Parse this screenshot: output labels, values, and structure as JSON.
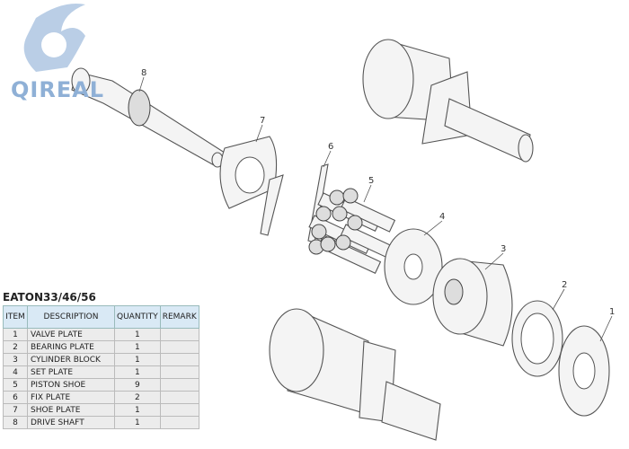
{
  "logo": {
    "text": "QIREAL"
  },
  "table": {
    "title": "EATON33/46/56",
    "headers": [
      "ITEM",
      "DESCRIPTION",
      "QUANTITY",
      "REMARK"
    ],
    "rows": [
      {
        "item": "1",
        "description": "VALVE PLATE",
        "quantity": "1",
        "remark": ""
      },
      {
        "item": "2",
        "description": "BEARING PLATE",
        "quantity": "1",
        "remark": ""
      },
      {
        "item": "3",
        "description": "CYLINDER BLOCK",
        "quantity": "1",
        "remark": ""
      },
      {
        "item": "4",
        "description": "SET PLATE",
        "quantity": "1",
        "remark": ""
      },
      {
        "item": "5",
        "description": "PISTON SHOE",
        "quantity": "9",
        "remark": ""
      },
      {
        "item": "6",
        "description": "FIX PLATE",
        "quantity": "2",
        "remark": ""
      },
      {
        "item": "7",
        "description": "SHOE PLATE",
        "quantity": "1",
        "remark": ""
      },
      {
        "item": "8",
        "description": "DRIVE SHAFT",
        "quantity": "1",
        "remark": ""
      }
    ]
  },
  "callouts": [
    "1",
    "2",
    "3",
    "4",
    "5",
    "6",
    "7",
    "8"
  ]
}
